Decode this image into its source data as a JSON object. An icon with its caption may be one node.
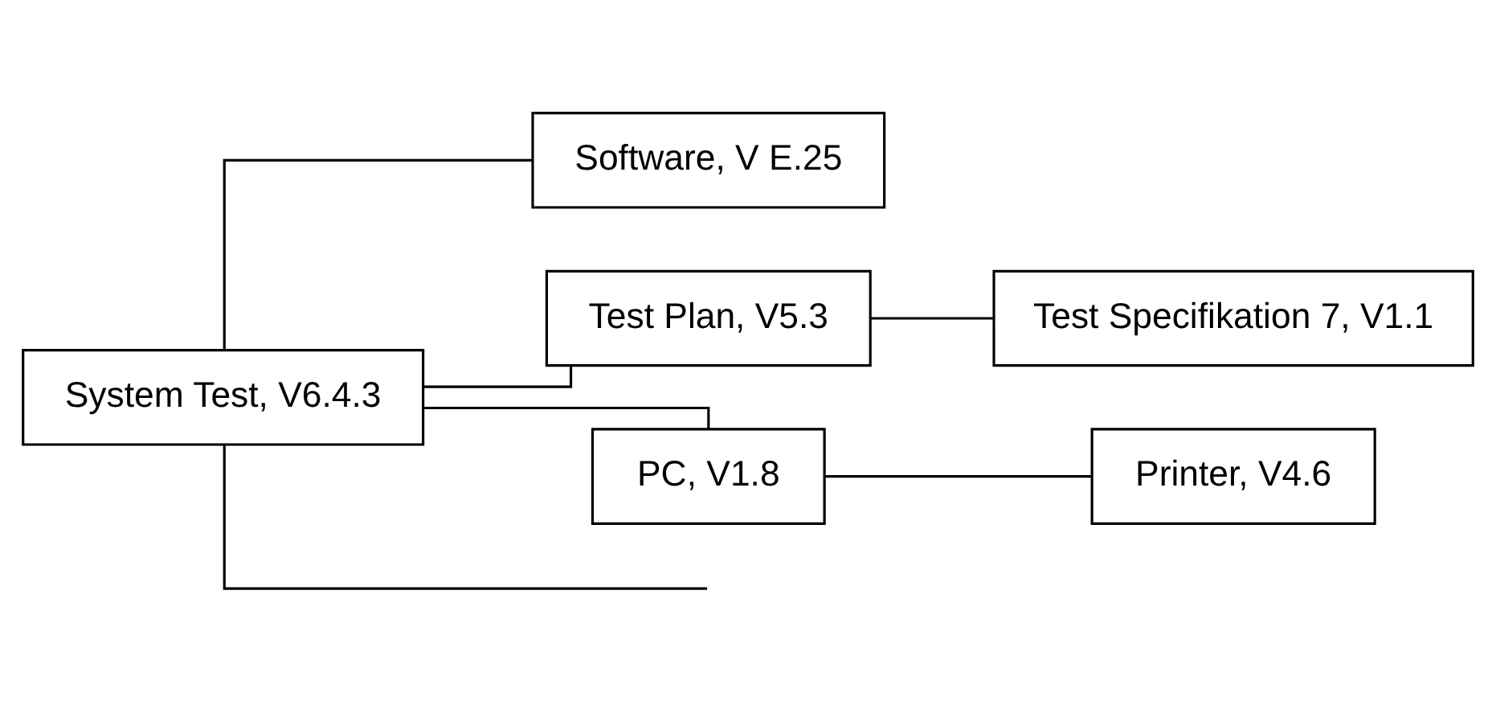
{
  "diagram": {
    "nodes": [
      {
        "text": [
          "System Test, V6.4.3"
        ]
      },
      {
        "text": [
          "Software, V E.25"
        ]
      },
      {
        "text": [
          "Test Plan, V5.3"
        ]
      },
      {
        "text": [
          "Test Specifikation 7, V1.1"
        ]
      },
      {
        "text": [
          "PC, V1.8"
        ]
      },
      {
        "text": [
          "Printer, V4.6"
        ]
      }
    ],
    "edges": [
      {
        "from": 0,
        "to": 1,
        "arrow": "none"
      },
      {
        "from": 0,
        "to": 2,
        "arrow": "none"
      },
      {
        "from": 2,
        "to": 3,
        "arrow": "none"
      },
      {
        "from": 0,
        "to": 4,
        "arrow": "none"
      },
      {
        "from": 4,
        "to": 5,
        "arrow": "none"
      },
      {
        "from": 0,
        "to": null,
        "arrow": "none"
      }
    ]
  }
}
